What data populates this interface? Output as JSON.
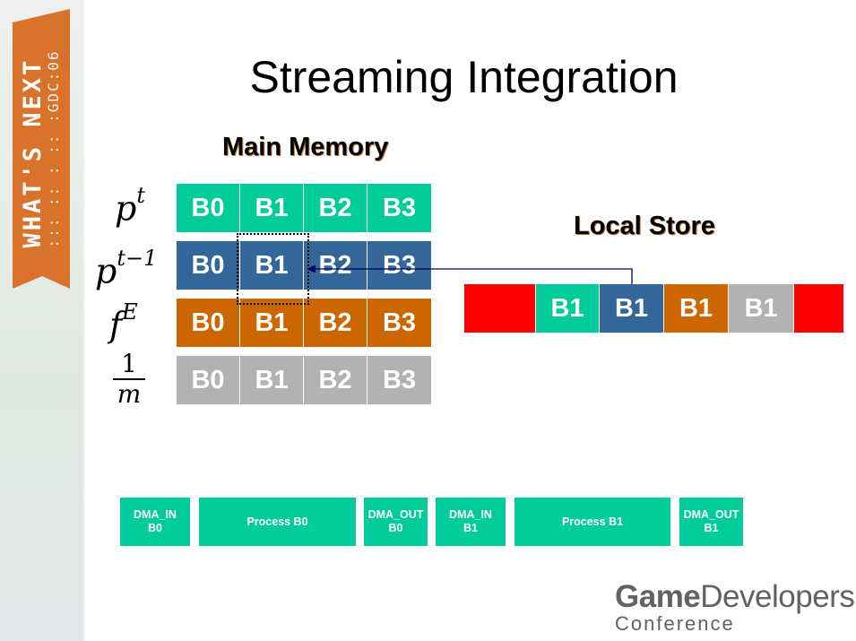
{
  "sidebar": {
    "ribbon_main": "WHAT'S NEXT",
    "ribbon_sub": "::: :: : :: :GDC:06",
    "ribbon_color": "#d9722a"
  },
  "slide": {
    "title": "Streaming Integration"
  },
  "main_memory": {
    "label": "Main Memory",
    "rows": [
      {
        "symbol": "p",
        "superscript": "t",
        "color": "#00cc99",
        "cells": [
          "B0",
          "B1",
          "B2",
          "B3"
        ]
      },
      {
        "symbol": "p",
        "superscript": "t−1",
        "color": "#336699",
        "cells": [
          "B0",
          "B1",
          "B2",
          "B3"
        ]
      },
      {
        "symbol": "f",
        "superscript": "E",
        "color": "#cc6600",
        "cells": [
          "B0",
          "B1",
          "B2",
          "B3"
        ]
      },
      {
        "fraction_numerator": "1",
        "fraction_denominator": "m",
        "color": "#b2b2b2",
        "cells": [
          "B0",
          "B1",
          "B2",
          "B3"
        ]
      }
    ],
    "highlighted_column": "B1"
  },
  "local_store": {
    "label": "Local Store",
    "cells": [
      "",
      "B1",
      "B1",
      "B1",
      "B1",
      ""
    ],
    "cell_colors": [
      "#ff0000",
      "#00cc99",
      "#336699",
      "#cc6600",
      "#b2b2b2",
      "#ff0000"
    ],
    "arrow_color": "#000066"
  },
  "timeline": {
    "steps": [
      {
        "line1": "DMA_IN",
        "line2": "B0"
      },
      {
        "line1": "Process B0",
        "line2": ""
      },
      {
        "line1": "DMA_OUT",
        "line2": "B0"
      },
      {
        "line1": "DMA_IN",
        "line2": "B1"
      },
      {
        "line1": "Process B1",
        "line2": ""
      },
      {
        "line1": "DMA_OUT",
        "line2": "B1"
      }
    ]
  },
  "logo": {
    "bold_part": "Game",
    "regular_part": "Developers",
    "line2": "Conference"
  }
}
